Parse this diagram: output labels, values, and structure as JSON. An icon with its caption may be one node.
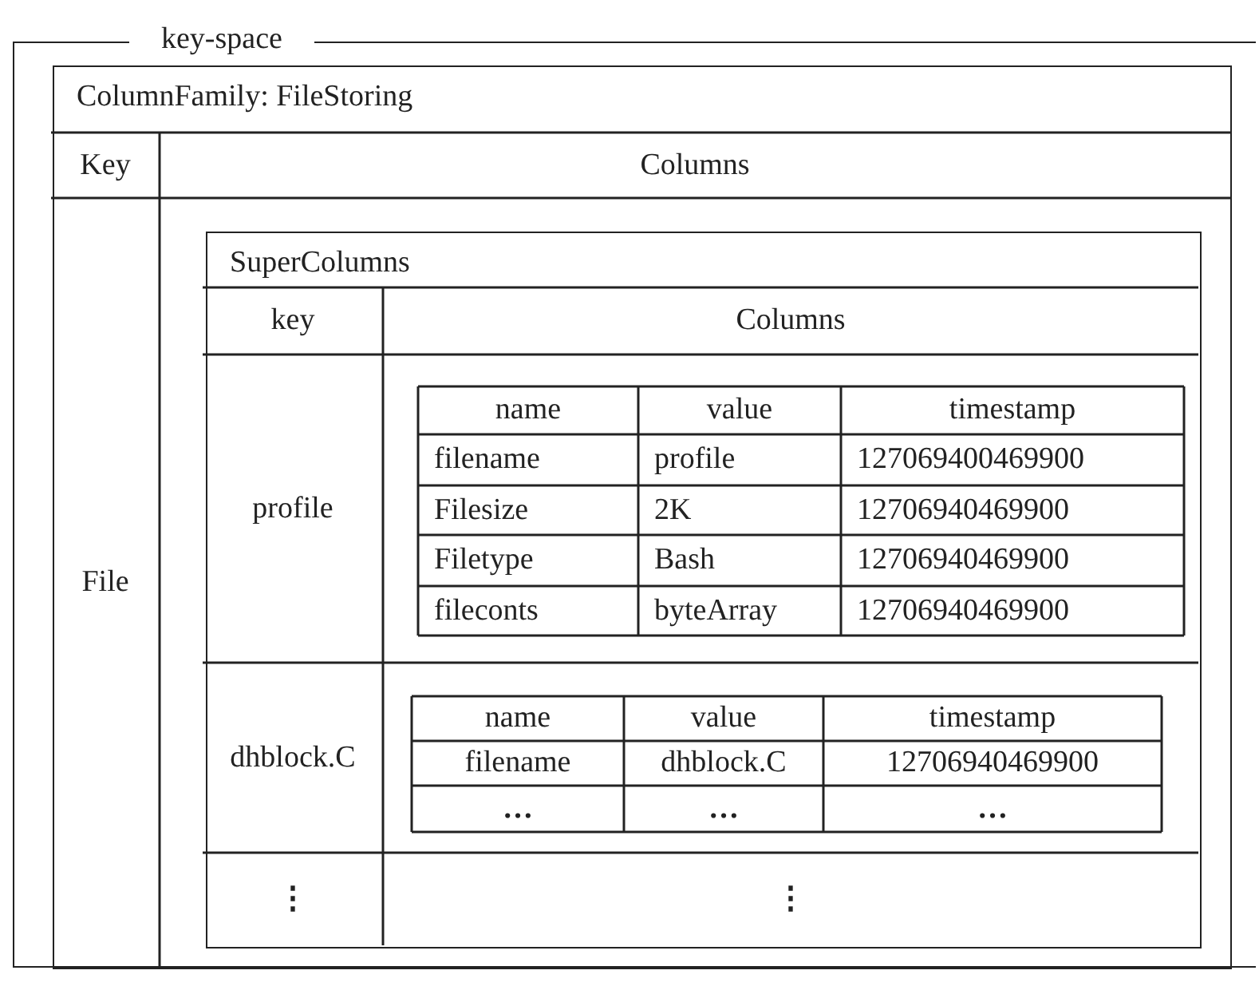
{
  "diagram": {
    "nodes": [
      {
        "text": [
          "key-space"
        ]
      },
      {
        "text": [
          "ColumnFamily: FileStoring"
        ],
        "in": 0
      },
      {
        "text": [
          "SuperColumns"
        ],
        "in": 1
      }
    ],
    "edges": [],
    "labels": [
      "Key",
      "Columns",
      "File",
      "key",
      "Columns",
      "profile",
      "name",
      "value",
      "timestamp",
      "filename",
      "profile",
      "127069400469900",
      "Filesize",
      "2K",
      "12706940469900",
      "Filetype",
      "Bash",
      "12706940469900",
      "fileconts",
      "byteArray",
      "12706940469900",
      "dhblock.C",
      "name",
      "value",
      "timestamp",
      "filename",
      "dhblock.C",
      "12706940469900",
      "…",
      "…",
      "…",
      "⋮",
      "⋮"
    ]
  }
}
